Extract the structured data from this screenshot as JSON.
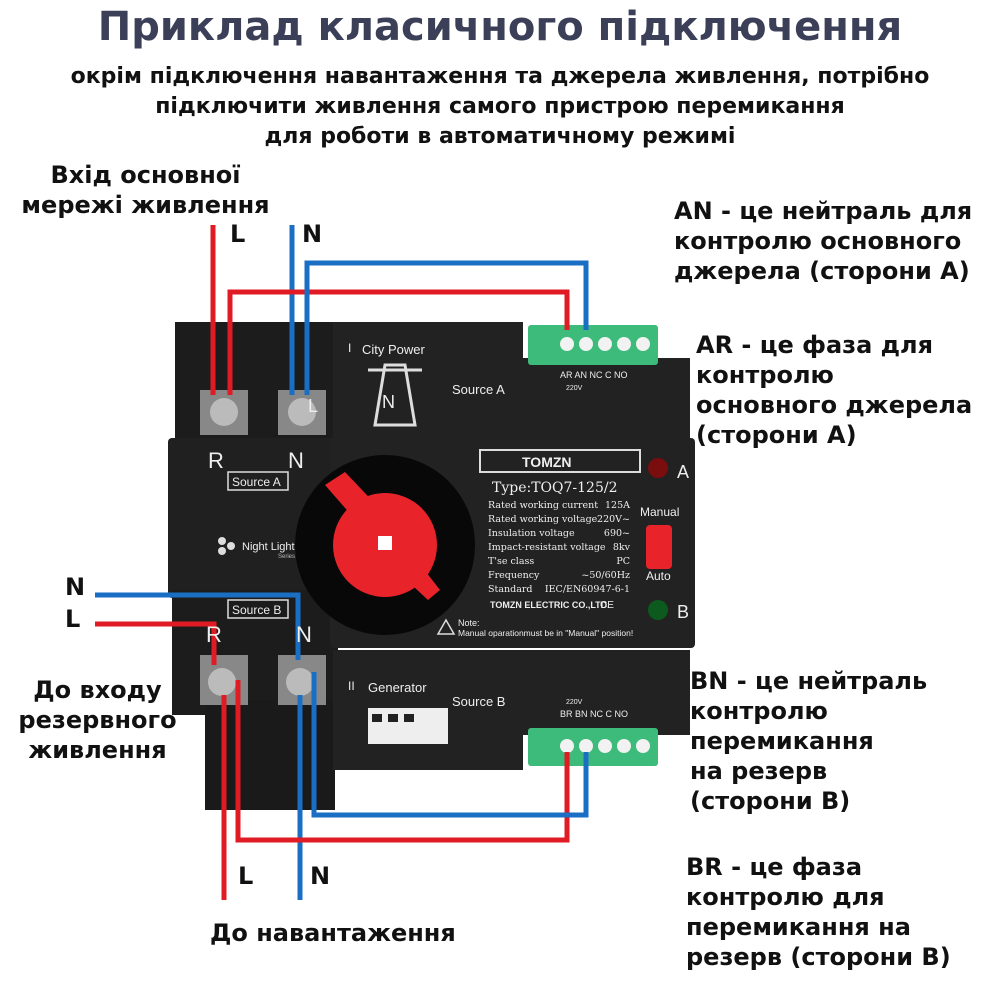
{
  "title": "Приклад класичного підключення",
  "subtitle": "окрім підключення навантаження та джерела живлення, потрібно\nпідключити живлення самого пристрою перемикання\nдля роботи в автоматичному режимі",
  "left_top_caption": "Вхід основної\nмережі живлення",
  "top_wire_labels": {
    "l": "L",
    "n": "N"
  },
  "left_mid_labels": {
    "n": "N",
    "l": "L"
  },
  "left_bottom_caption": "До входу\nрезервного\nживлення",
  "bottom_wire_labels": {
    "l": "L",
    "n": "N"
  },
  "bottom_caption": "До навантаження",
  "right_notes": {
    "an": "AN - це нейтраль для\n контролю основного\n джерела (сторони А)",
    "ar": "AR - це фаза для\nконтролю\nосновного джерела\n(сторони А)",
    "bn": "BN - це нейтраль\nконтролю\nперемикання\n на резерв\n(сторони В)",
    "br": "BR - це фаза\nконтролю для\nперемикання на\nрезерв (сторони В)"
  },
  "device": {
    "brand": "TOMZN",
    "type": "Type:TOQ7-125/2",
    "specs": [
      {
        "name": "Rated working current",
        "value": "125A"
      },
      {
        "name": "Rated working voltage",
        "value": "220V~"
      },
      {
        "name": "Insulation voltage",
        "value": "690~"
      },
      {
        "name": "Impact-resistant voltage",
        "value": "8kv"
      },
      {
        "name": "T'se class",
        "value": "PC"
      },
      {
        "name": "Frequency",
        "value": "~50/60Hz"
      },
      {
        "name": "Standard",
        "value": "IEC/EN60947-6-1"
      }
    ],
    "company": "TOMZN ELECTRIC CO.,LTD.",
    "note_label": "Note:",
    "note_text": "Manual oparationmust be in \"Manual\" position!",
    "city_power": "City Power",
    "city_mark": "I",
    "source_a": "Source A",
    "generator": "Generator",
    "gen_mark": "II",
    "source_b": "Source B",
    "source_a_tag": "Source A",
    "source_b_tag": "Source B",
    "r_letter": "R",
    "n_letter": "N",
    "l_small": "L",
    "n_small": "N",
    "night_light": "Night Light",
    "series": "Series",
    "manual": "Manual",
    "auto": "Auto",
    "ind_a": "A",
    "ind_b": "B",
    "ce": "CE",
    "term_a": "AR AN  NC  C  NO",
    "term_b": "BR BN  NC  C  NO",
    "v220": "220V"
  },
  "colors": {
    "wire_red": "#e01b24",
    "wire_blue": "#1a6fc4",
    "body": "#1c1c1c",
    "handle": "#e8232a",
    "terminal": "#3dbb7a",
    "title": "#3b3f58"
  }
}
